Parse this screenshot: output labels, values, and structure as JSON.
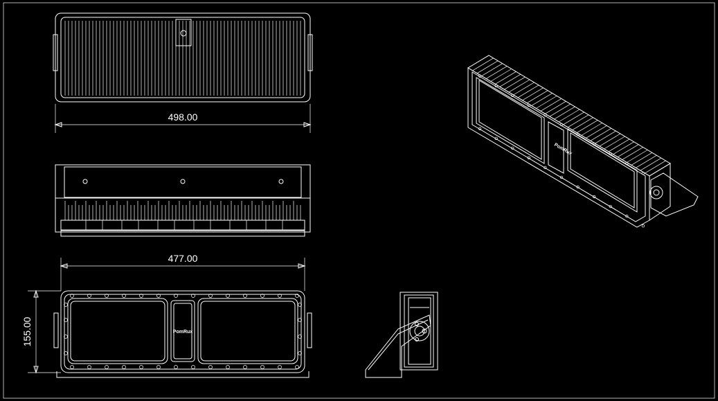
{
  "drawing": {
    "background": "#000000",
    "line_color": "#ffffff",
    "dimensions": {
      "top_width": "498.00",
      "front_width": "477.00",
      "front_height": "155.00"
    },
    "brand_label": "PomRux"
  }
}
